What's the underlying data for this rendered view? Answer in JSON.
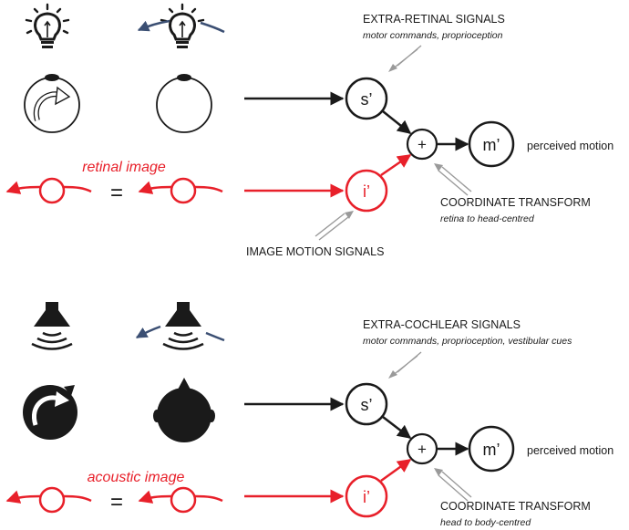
{
  "colors": {
    "black": "#1a1a1a",
    "red": "#e8202a",
    "grey_arrow": "#9a9a9a",
    "blue_arrow": "#3b4f73"
  },
  "visual_panel": {
    "extra_retinal_title": "EXTRA-RETINAL SIGNALS",
    "extra_retinal_sub": "motor commands, proprioception",
    "retinal_image_label": "retinal image",
    "equals": "=",
    "node_s": "s’",
    "node_i": "i’",
    "node_m": "m’",
    "plus": "+",
    "perceived_motion": "perceived motion",
    "coord_title": "COORDINATE TRANSFORM",
    "coord_sub": "retina to head-centred",
    "image_motion_signals": "IMAGE MOTION SIGNALS",
    "icons": [
      "lightbulb-icon",
      "eye-rotating-icon",
      "eye-icon"
    ]
  },
  "auditory_panel": {
    "extra_cochlear_title": "EXTRA-COCHLEAR SIGNALS",
    "extra_cochlear_sub": "motor commands, proprioception, vestibular cues",
    "acoustic_image_label": "acoustic image",
    "equals": "=",
    "node_s": "s’",
    "node_i": "i’",
    "node_m": "m’",
    "plus": "+",
    "perceived_motion": "perceived motion",
    "coord_title": "COORDINATE TRANSFORM",
    "coord_sub": "head to body-centred",
    "icons": [
      "speaker-icon",
      "head-rotating-icon",
      "head-icon"
    ]
  }
}
